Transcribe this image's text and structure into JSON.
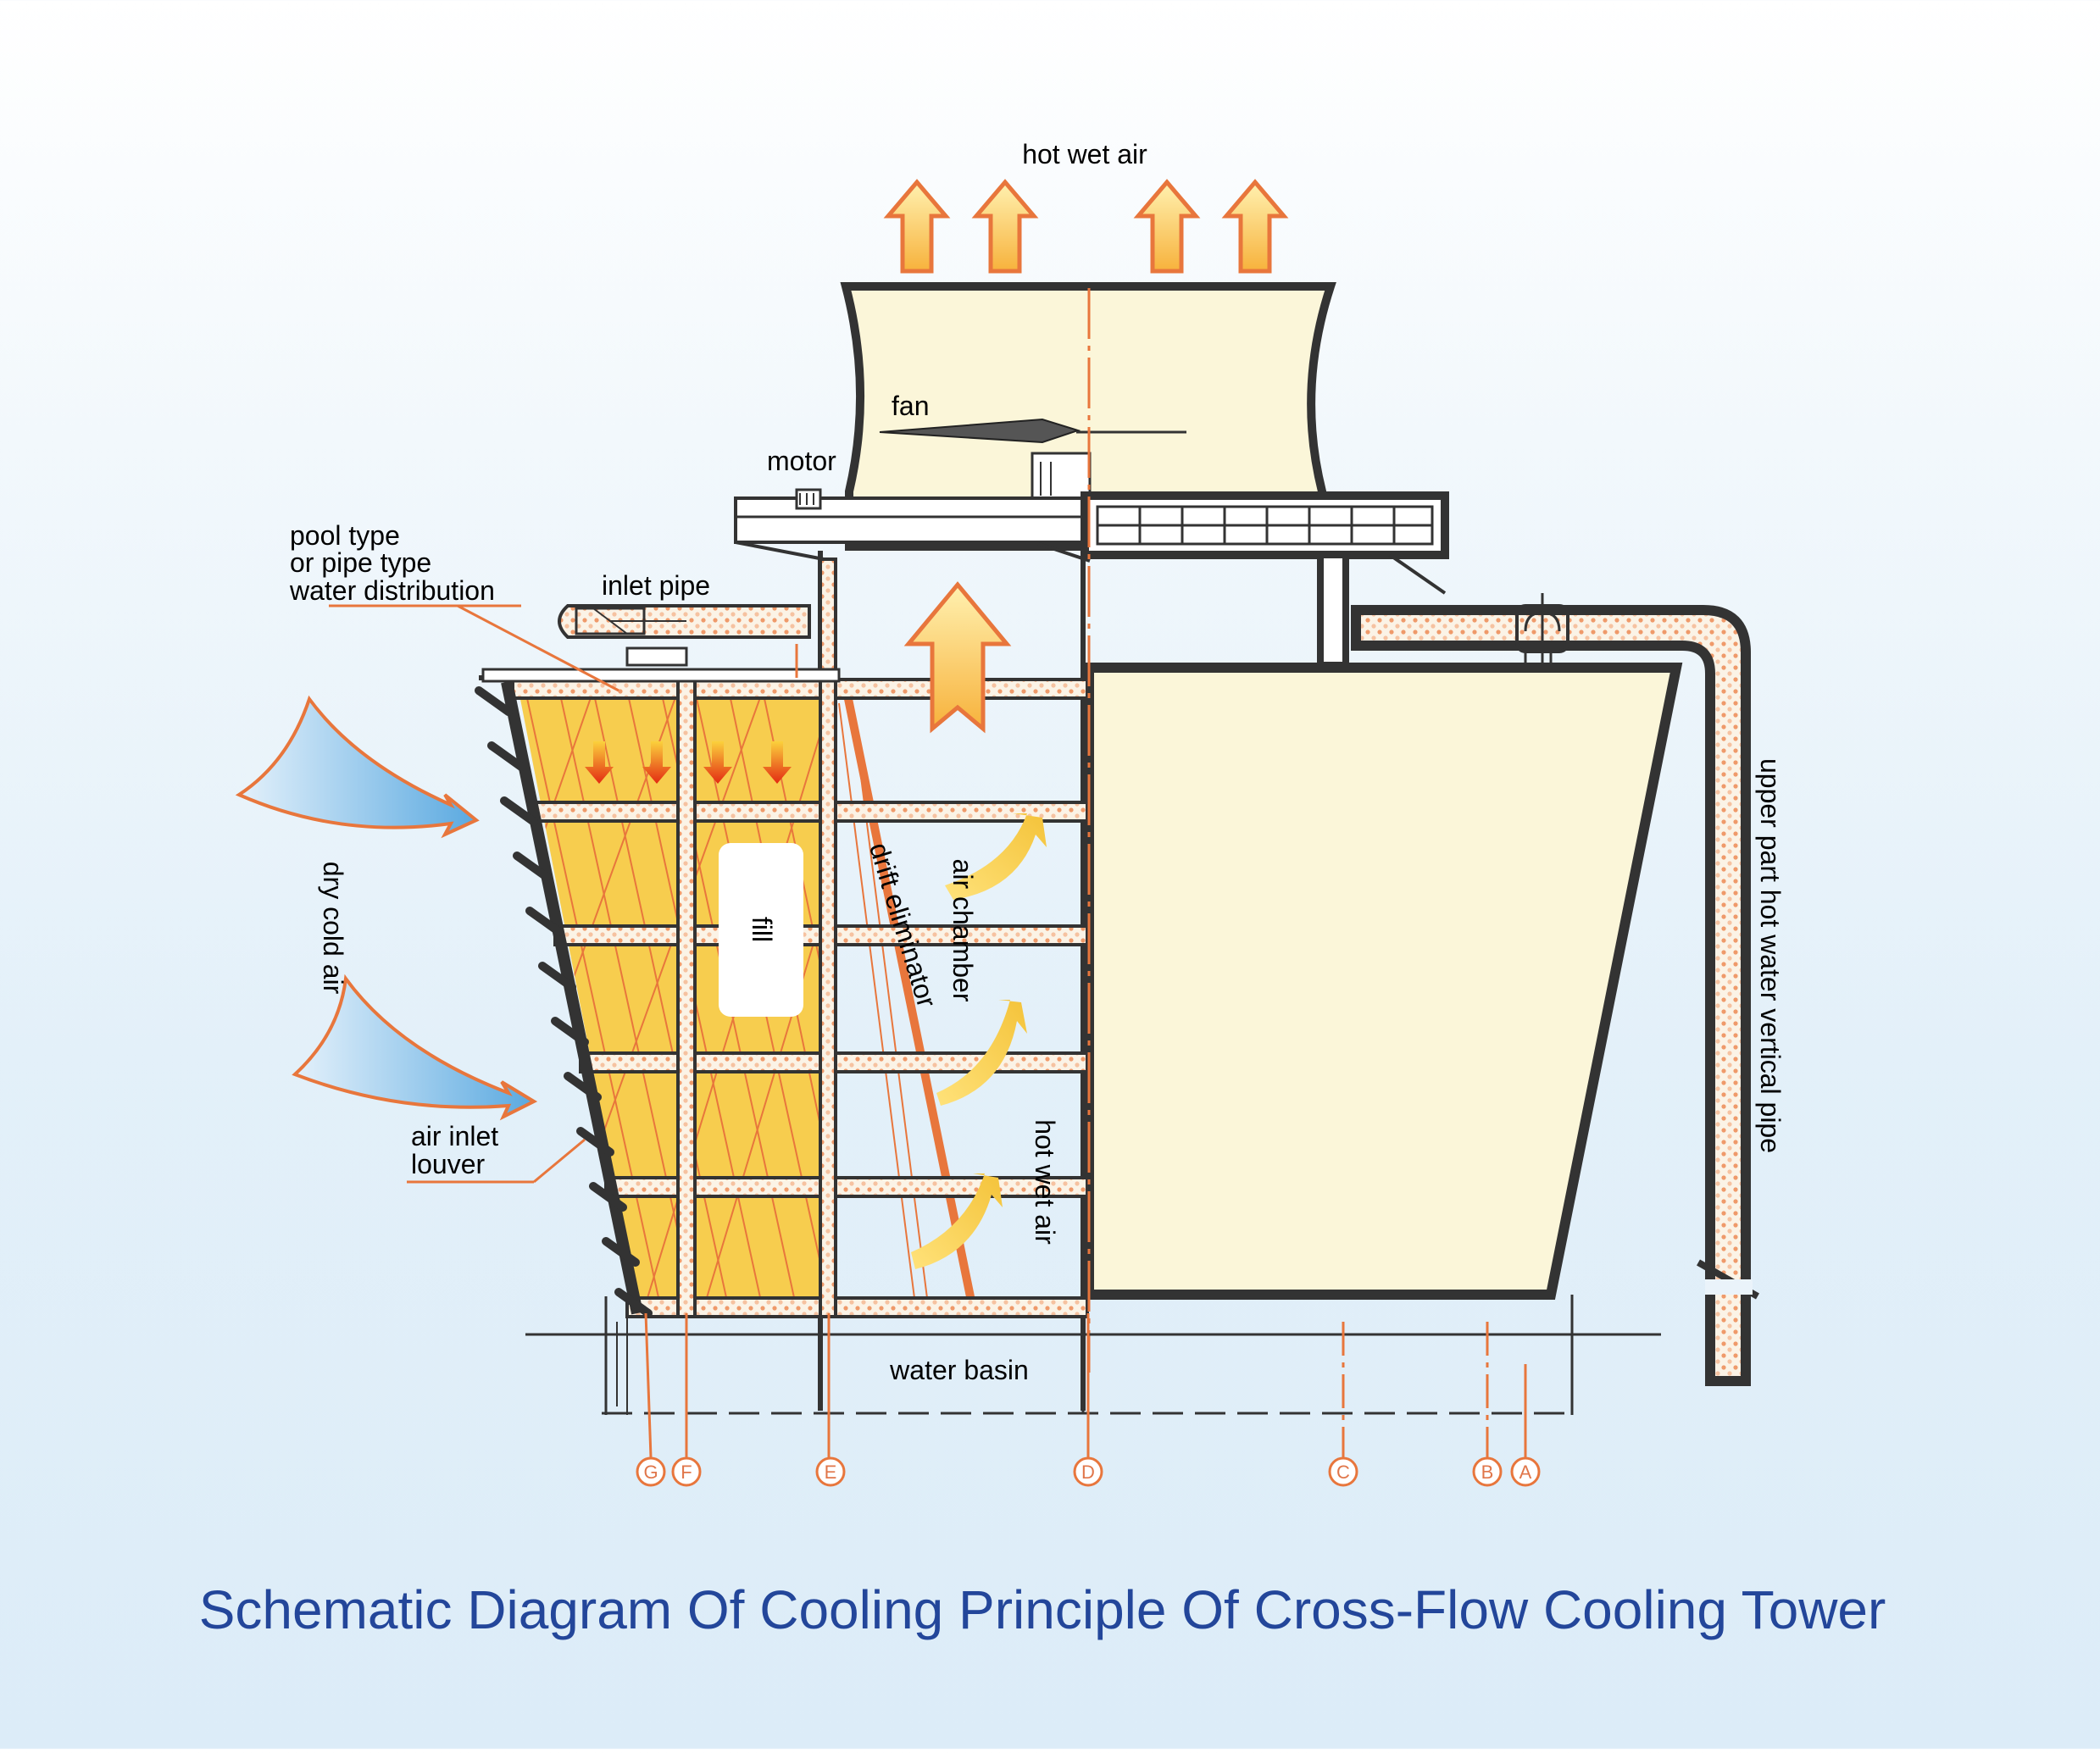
{
  "title": "Schematic Diagram Of Cooling Principle Of Cross-Flow Cooling Tower",
  "labels": {
    "hot_wet_air_top": "hot wet air",
    "fan": "fan",
    "motor": "motor",
    "pool_type_line1": "pool type",
    "pool_type_line2": "or pipe type",
    "pool_type_line3": "water distribution",
    "inlet_pipe": "inlet pipe",
    "dry_cold_air": "dry cold air",
    "fill": "fill",
    "air_chamber": "air chamber",
    "drift_eliminator": "drift eliminator",
    "hot_wet_air_side": "hot wet air",
    "air_inlet_line1": "air inlet",
    "air_inlet_line2": "louver",
    "water_basin": "water basin",
    "vertical_pipe": "upper part hot water vertical pipe"
  },
  "axis_markers": [
    "G",
    "F",
    "E",
    "D",
    "C",
    "B",
    "A"
  ],
  "colors": {
    "title": "#23469a",
    "structure": "#333333",
    "fill_panel": "#f7cd4e",
    "tower_body": "#fbf6d9",
    "accent_orange": "#e8763c",
    "air_arrow_blue": "#7ebce6"
  }
}
